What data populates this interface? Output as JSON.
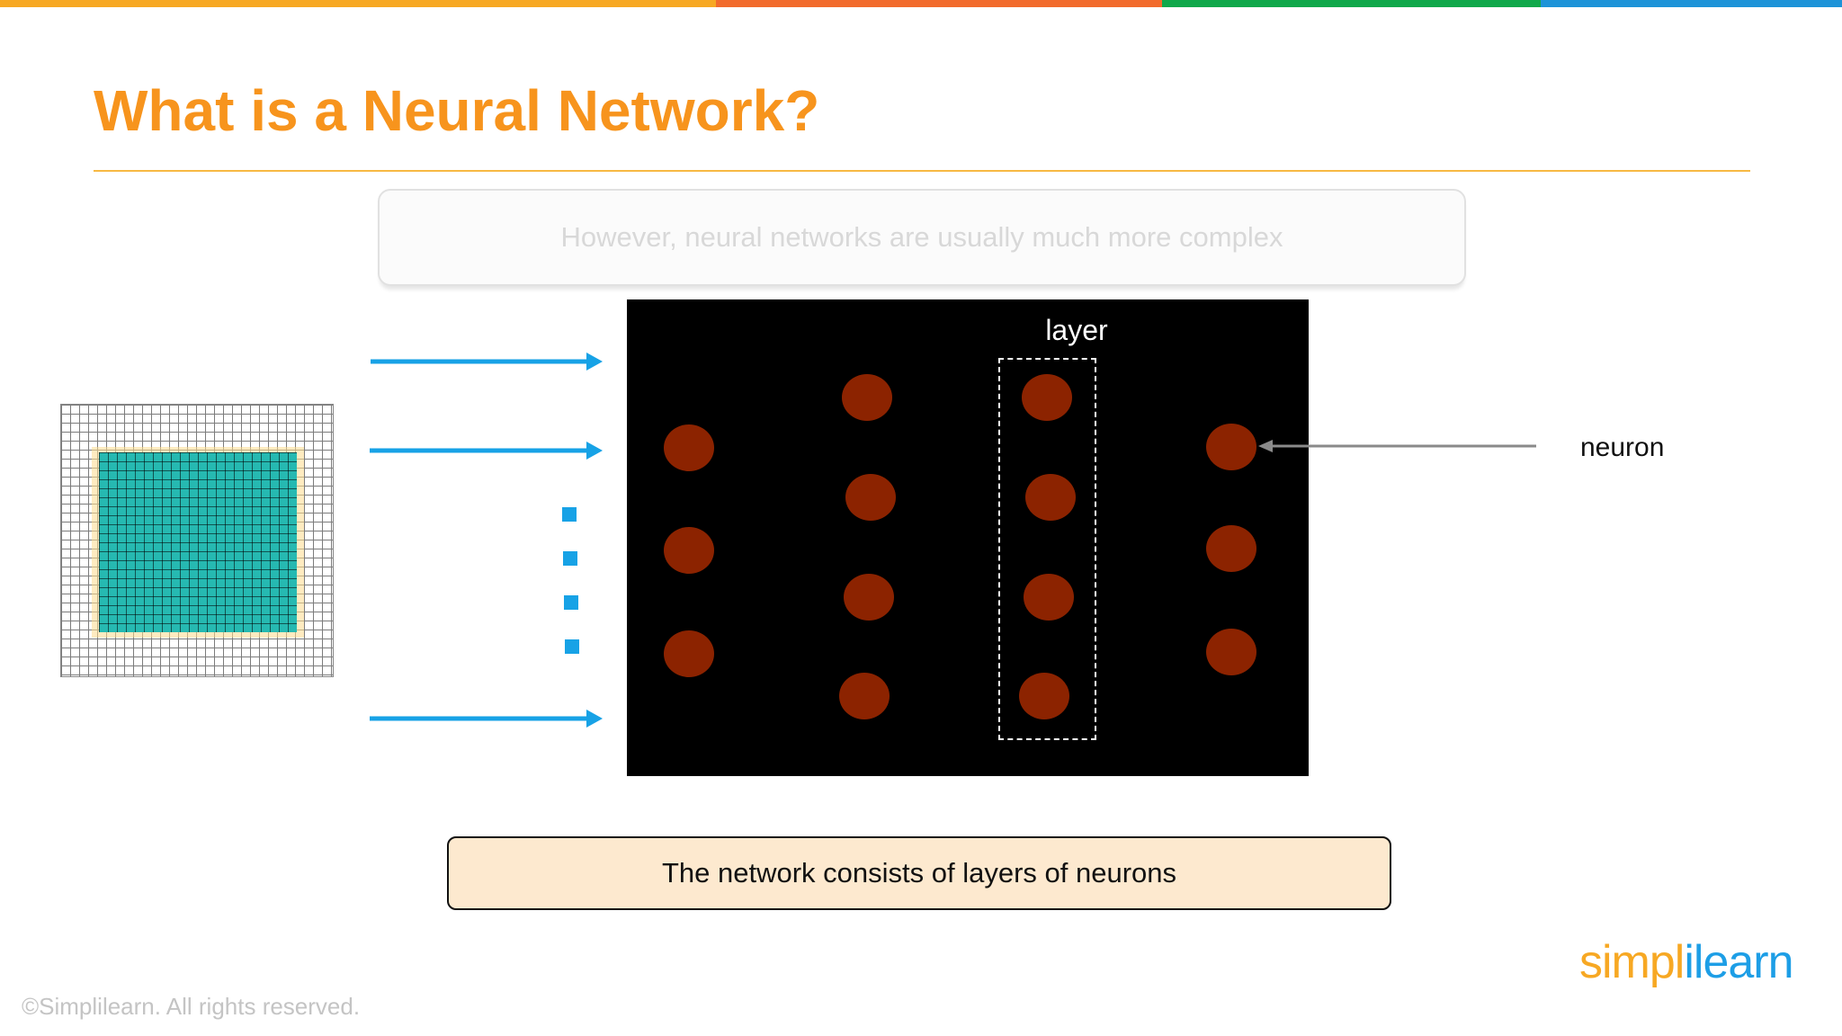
{
  "colors": {
    "title": "#f7941d",
    "arrow": "#17a2e6",
    "neuron": "#8c2300",
    "caption_bg": "#fde9cf",
    "topbar": [
      "#f7a823",
      "#f26b2c",
      "#0fa84a",
      "#1d93d8"
    ]
  },
  "slide": {
    "title": "What is a Neural Network?",
    "faded_note": "However, neural networks are usually much more complex",
    "caption": "The network consists of layers of neurons",
    "copyright": "©Simplilearn. All rights reserved."
  },
  "diagram": {
    "layer_label": "layer",
    "neuron_label": "neuron",
    "input_image_icon": "pixel-grid-icon",
    "columns": [
      3,
      4,
      4,
      3
    ]
  },
  "logo": {
    "part1": "simpl",
    "part2": "ilearn"
  }
}
